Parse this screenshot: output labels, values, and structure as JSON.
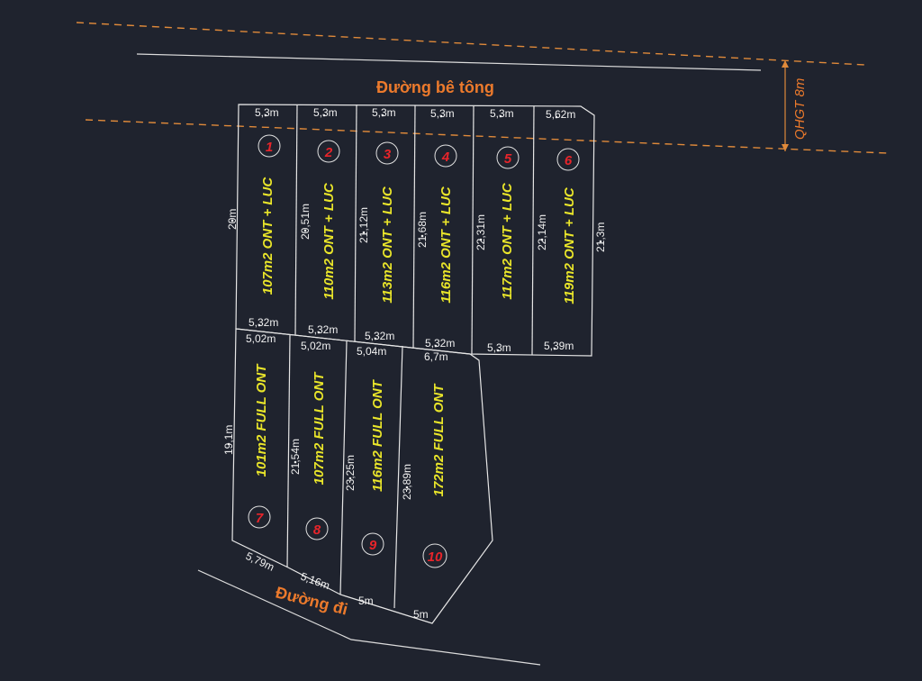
{
  "roads": {
    "top": "Đường bê tông",
    "bottom": "Đường đi",
    "planning": "QHGT 8m"
  },
  "lots_top": [
    {
      "number": "1",
      "area": "107m2  ONT + LUC",
      "top": "5,3m",
      "bottom": "5,32m",
      "side": "20m"
    },
    {
      "number": "2",
      "area": "110m2 ONT + LUC",
      "top": "5,3m",
      "bottom": "5,32m",
      "side": "20,51m"
    },
    {
      "number": "3",
      "area": "113m2 ONT + LUC",
      "top": "5,3m",
      "bottom": "5,32m",
      "side": "21,12m"
    },
    {
      "number": "4",
      "area": "116m2 ONT + LUC",
      "top": "5,3m",
      "bottom": "5,32m",
      "side": "21,68m"
    },
    {
      "number": "5",
      "area": "117m2 ONT + LUC",
      "top": "5,3m",
      "bottom": "5,3m",
      "side": "22,31m"
    },
    {
      "number": "6",
      "area": "119m2 ONT + LUC",
      "top": "5,62m",
      "bottom": "5,39m",
      "side": "22,14m",
      "side_right": "21,3m"
    }
  ],
  "lots_bottom": [
    {
      "number": "7",
      "area": "101m2 FULL ONT",
      "top": "5,02m",
      "bottom": "5,79m",
      "side": "19,1m"
    },
    {
      "number": "8",
      "area": "107m2 FULL ONT",
      "top": "5,02m",
      "bottom": "5,16m",
      "side": "21,54m"
    },
    {
      "number": "9",
      "area": "116m2 FULL ONT",
      "top": "5,04m",
      "bottom": "5m",
      "side": "23,25m"
    },
    {
      "number": "10",
      "area": "172m2 FULL ONT",
      "top": "6,7m",
      "bottom": "5m",
      "side": "23,89m"
    }
  ]
}
